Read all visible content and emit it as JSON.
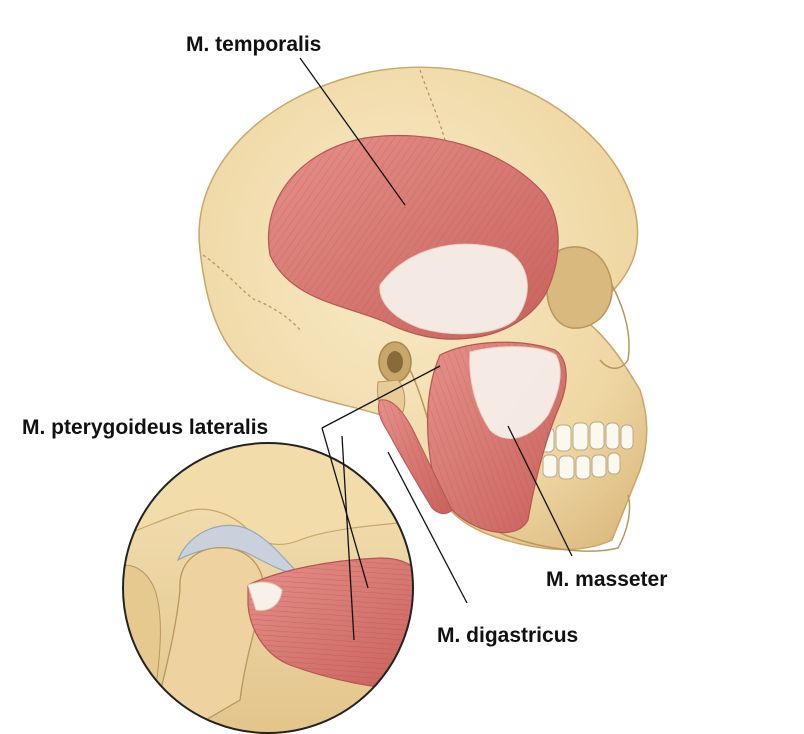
{
  "labels": {
    "temporalis": "M. temporalis",
    "pterygoideus_lateralis": "M. pterygoideus lateralis",
    "masseter": "M. masseter",
    "digastricus": "M. digastricus"
  },
  "colors": {
    "background": "#ffffff",
    "bone": "#f1dcaa",
    "bone_shadow": "#d9b97d",
    "muscle": "#dc7f79",
    "muscle_dark": "#c05c58",
    "tendon": "#f5eee6",
    "cartilage": "#c9d2dc",
    "leader_line": "#111111"
  }
}
